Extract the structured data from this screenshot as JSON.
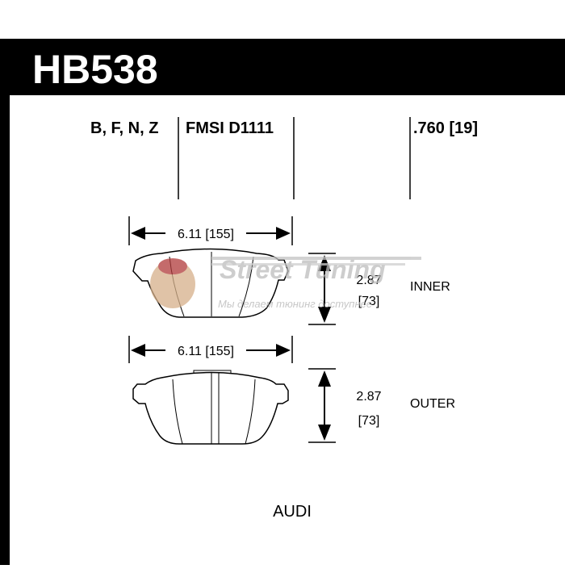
{
  "header": {
    "part_number": "HB538"
  },
  "specs": {
    "compounds": "B, F, N, Z",
    "fmsi": "FMSI D1111",
    "thickness": ".760 [19]"
  },
  "inner": {
    "width": "6.11 [155]",
    "height_in": "2.87",
    "height_mm": "[73]",
    "label": "INNER"
  },
  "outer": {
    "width": "6.11 [155]",
    "height_in": "2.87",
    "height_mm": "[73]",
    "label": "OUTER"
  },
  "watermark": {
    "brand": "Street Tuning",
    "tagline": "Мы делаем тюнинг доступнее"
  },
  "footer": {
    "make": "AUDI"
  },
  "colors": {
    "header_bg": "#000000",
    "line": "#000000",
    "watermark": "#b9b9b9",
    "watermark_accent": "#d08a4a"
  }
}
